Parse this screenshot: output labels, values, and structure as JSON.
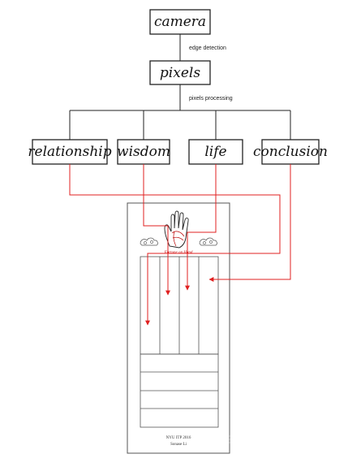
{
  "nodes": {
    "camera": "camera",
    "pixels": "pixels",
    "relationship": "relationship",
    "wisdom": "wisdom",
    "life": "life",
    "conclusion": "conclusion"
  },
  "edges": {
    "camera_to_pixels": "edge detection",
    "pixels_to_categories": "pixels processing"
  },
  "card": {
    "logo_caption": "Fortune on Hand",
    "footer_line1": "NYU ITP 2016",
    "footer_line2": "Sonase Li"
  },
  "colors": {
    "line": "#222222",
    "arrow": "#e02020"
  }
}
